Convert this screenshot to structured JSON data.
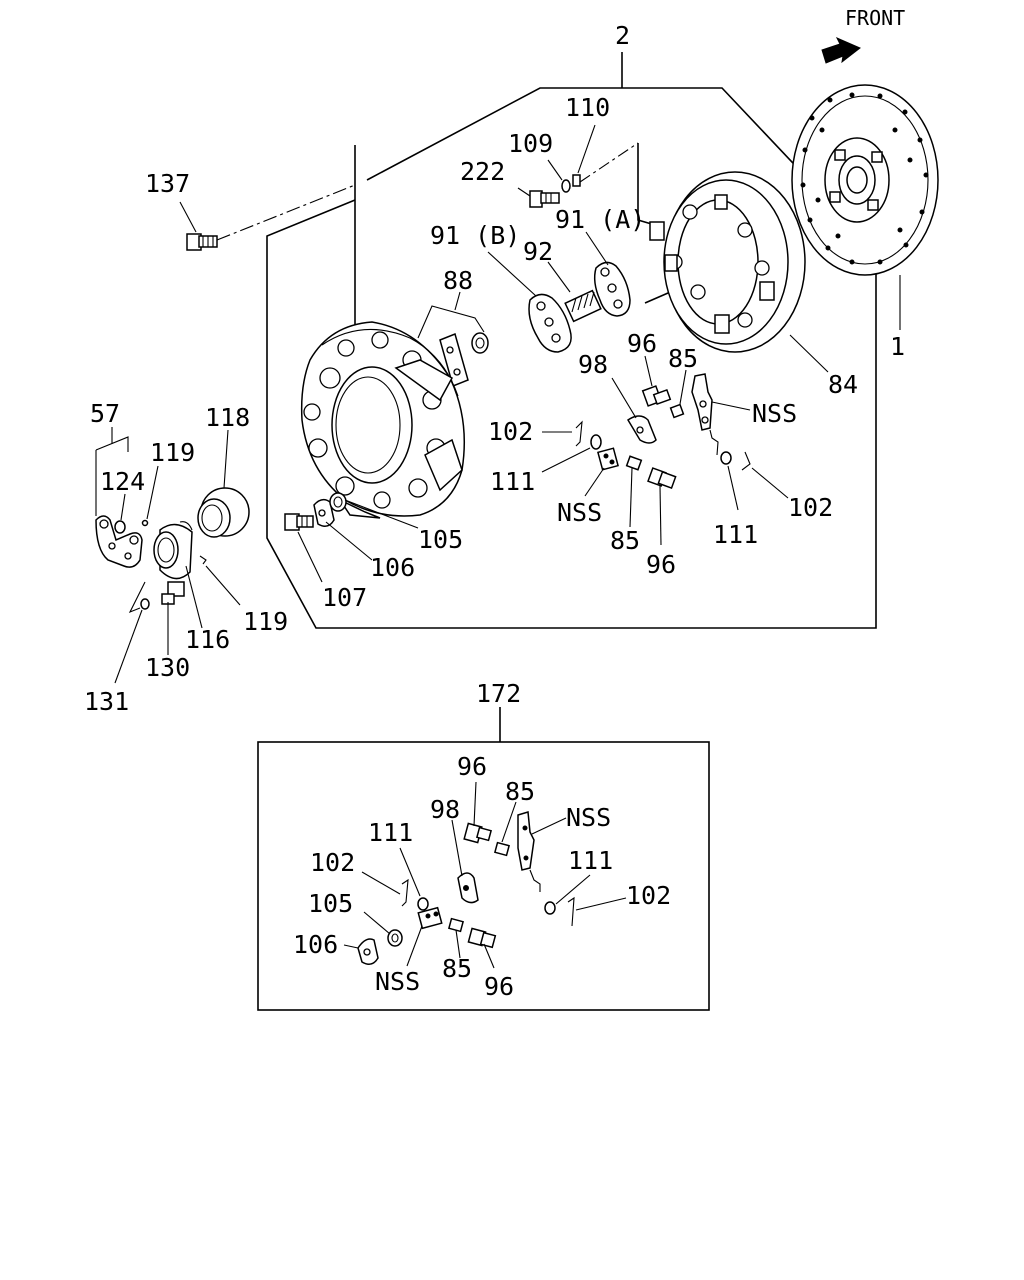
{
  "front_label": "FRONT",
  "callouts": {
    "c2": "2",
    "c110": "110",
    "c109": "109",
    "c222": "222",
    "c137": "137",
    "c91b": "91 (B)",
    "c91a": "91 (A)",
    "c92": "92",
    "c88": "88",
    "c1": "1",
    "c84": "84",
    "c96a": "96",
    "c85a": "85",
    "c98a": "98",
    "cnss_a": "NSS",
    "c102a": "102",
    "c111a": "111",
    "cnss_b": "NSS",
    "c85b": "85",
    "c96b": "96",
    "c111b": "111",
    "c102b": "102",
    "c105a": "105",
    "c106a": "106",
    "c107": "107",
    "c57": "57",
    "c124": "124",
    "c119a": "119",
    "c118": "118",
    "c119b": "119",
    "c116": "116",
    "c130": "130",
    "c131": "131"
  },
  "kit": {
    "c172": "172",
    "c96a": "96",
    "c85a": "85",
    "c98": "98",
    "cnss_a": "NSS",
    "c111a": "111",
    "c102a": "102",
    "c111b": "111",
    "c102b": "102",
    "c105": "105",
    "c106": "106",
    "cnss_b": "NSS",
    "c85b": "85",
    "c96b": "96"
  }
}
